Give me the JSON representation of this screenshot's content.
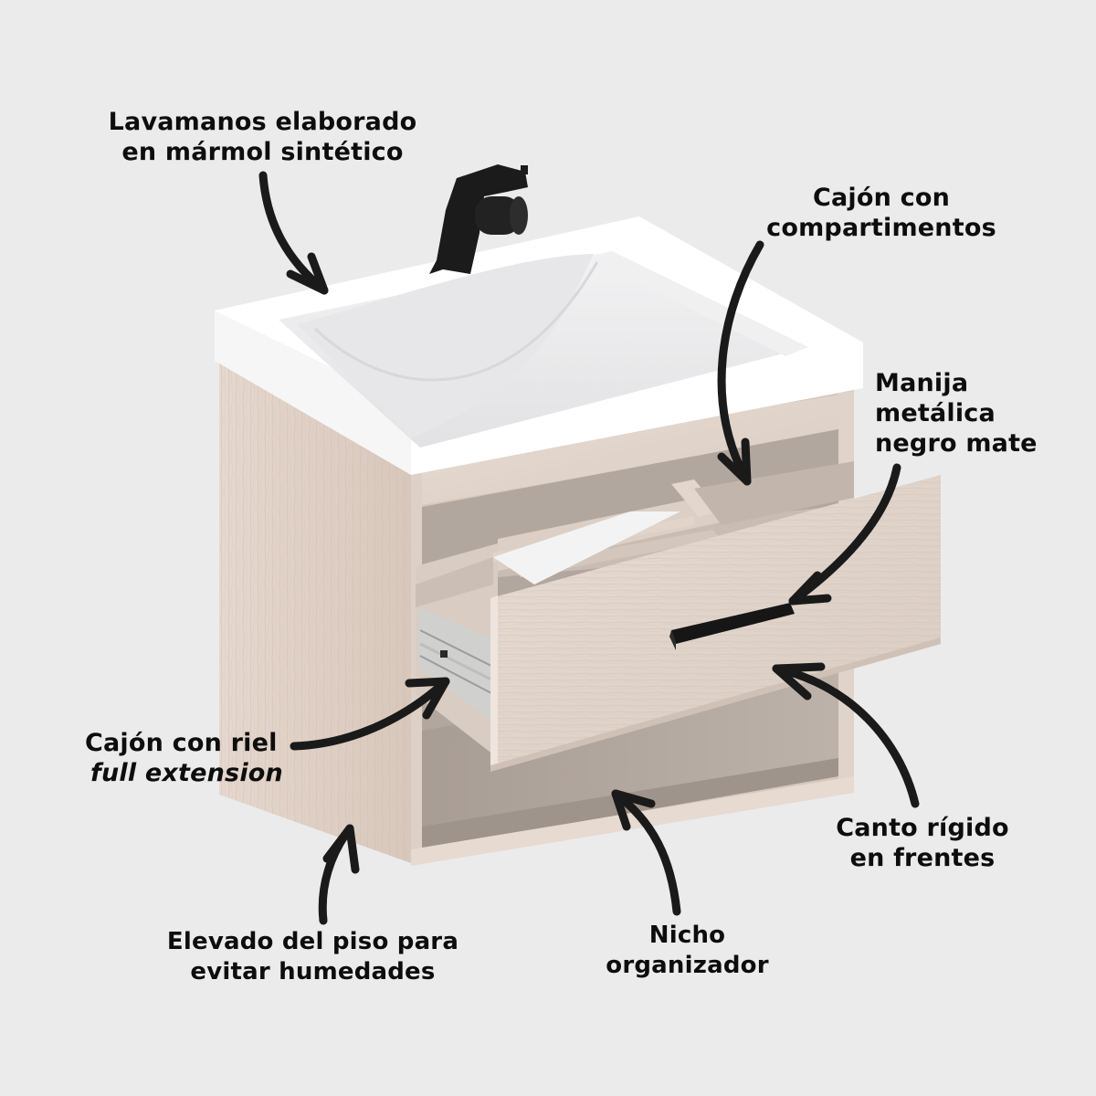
{
  "image": {
    "background_color": "#ebebeb",
    "subject": "Mueble de baño flotante con lavamanos"
  },
  "colors": {
    "wood_light": "#e4d6cc",
    "wood_mid": "#d5c4b8",
    "wood_dark": "#b9aa9f",
    "interior_shadow": "#a59a92",
    "basin_white": "#ffffff",
    "basin_shade": "#e9e9ea",
    "faucet_black": "#1b1b1b",
    "handle_black": "#161616",
    "arrow_color": "#1a1a1a",
    "label_color": "#0d0d0d"
  },
  "callouts": [
    {
      "id": "lavamanos",
      "lines": [
        "Lavamanos elaborado",
        "en mármol sintético"
      ],
      "target": "basin-edge"
    },
    {
      "id": "cajon-compartimentos",
      "lines": [
        "Cajón con",
        "compartimentos"
      ],
      "target": "drawer-interior"
    },
    {
      "id": "manija",
      "lines": [
        "Manija",
        "metálica",
        "negro mate"
      ],
      "target": "drawer-handle"
    },
    {
      "id": "riel",
      "lines": [
        "Cajón con riel",
        "full extension"
      ],
      "italic_line_index": 1,
      "target": "drawer-rail"
    },
    {
      "id": "canto",
      "lines": [
        "Canto rígido",
        "en frentes"
      ],
      "target": "drawer-front-edge"
    },
    {
      "id": "elevado",
      "lines": [
        "Elevado del piso para",
        "evitar humedades"
      ],
      "target": "cabinet-bottom"
    },
    {
      "id": "nicho",
      "lines": [
        "Nicho",
        "organizador"
      ],
      "target": "open-niche"
    }
  ]
}
